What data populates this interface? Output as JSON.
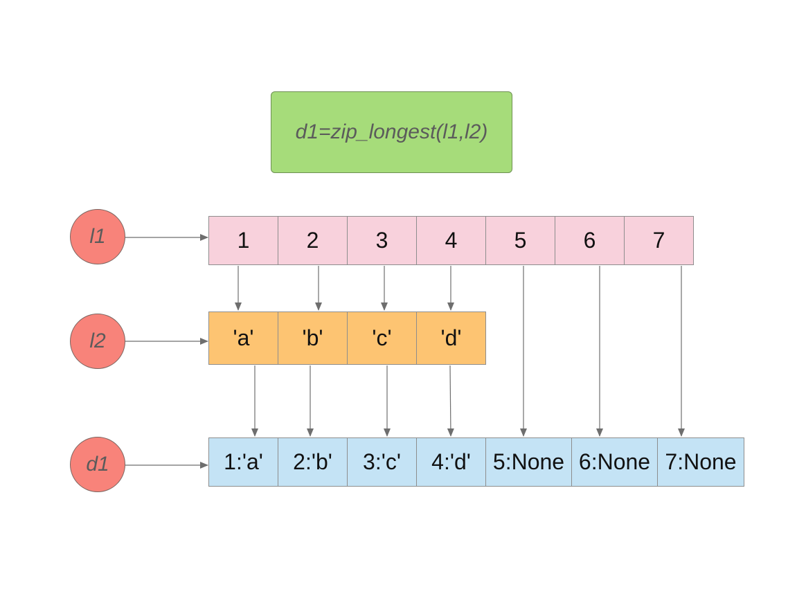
{
  "title": "d1=zip_longest(l1,l2)",
  "colors": {
    "title_fill": "#a6dc7a",
    "circle_fill": "#f8837a",
    "l1_fill": "#f8d1dc",
    "l2_fill": "#fdc472",
    "d1_fill": "#c4e3f5",
    "arrow": "#6e6e6e"
  },
  "variables": {
    "l1": "l1",
    "l2": "l2",
    "d1": "d1"
  },
  "l1": [
    "1",
    "2",
    "3",
    "4",
    "5",
    "6",
    "7"
  ],
  "l2": [
    "'a'",
    "'b'",
    "'c'",
    "'d'"
  ],
  "d1": [
    "1:'a'",
    "2:'b'",
    "3:'c'",
    "4:'d'",
    "5:None",
    "6:None",
    "7:None"
  ]
}
